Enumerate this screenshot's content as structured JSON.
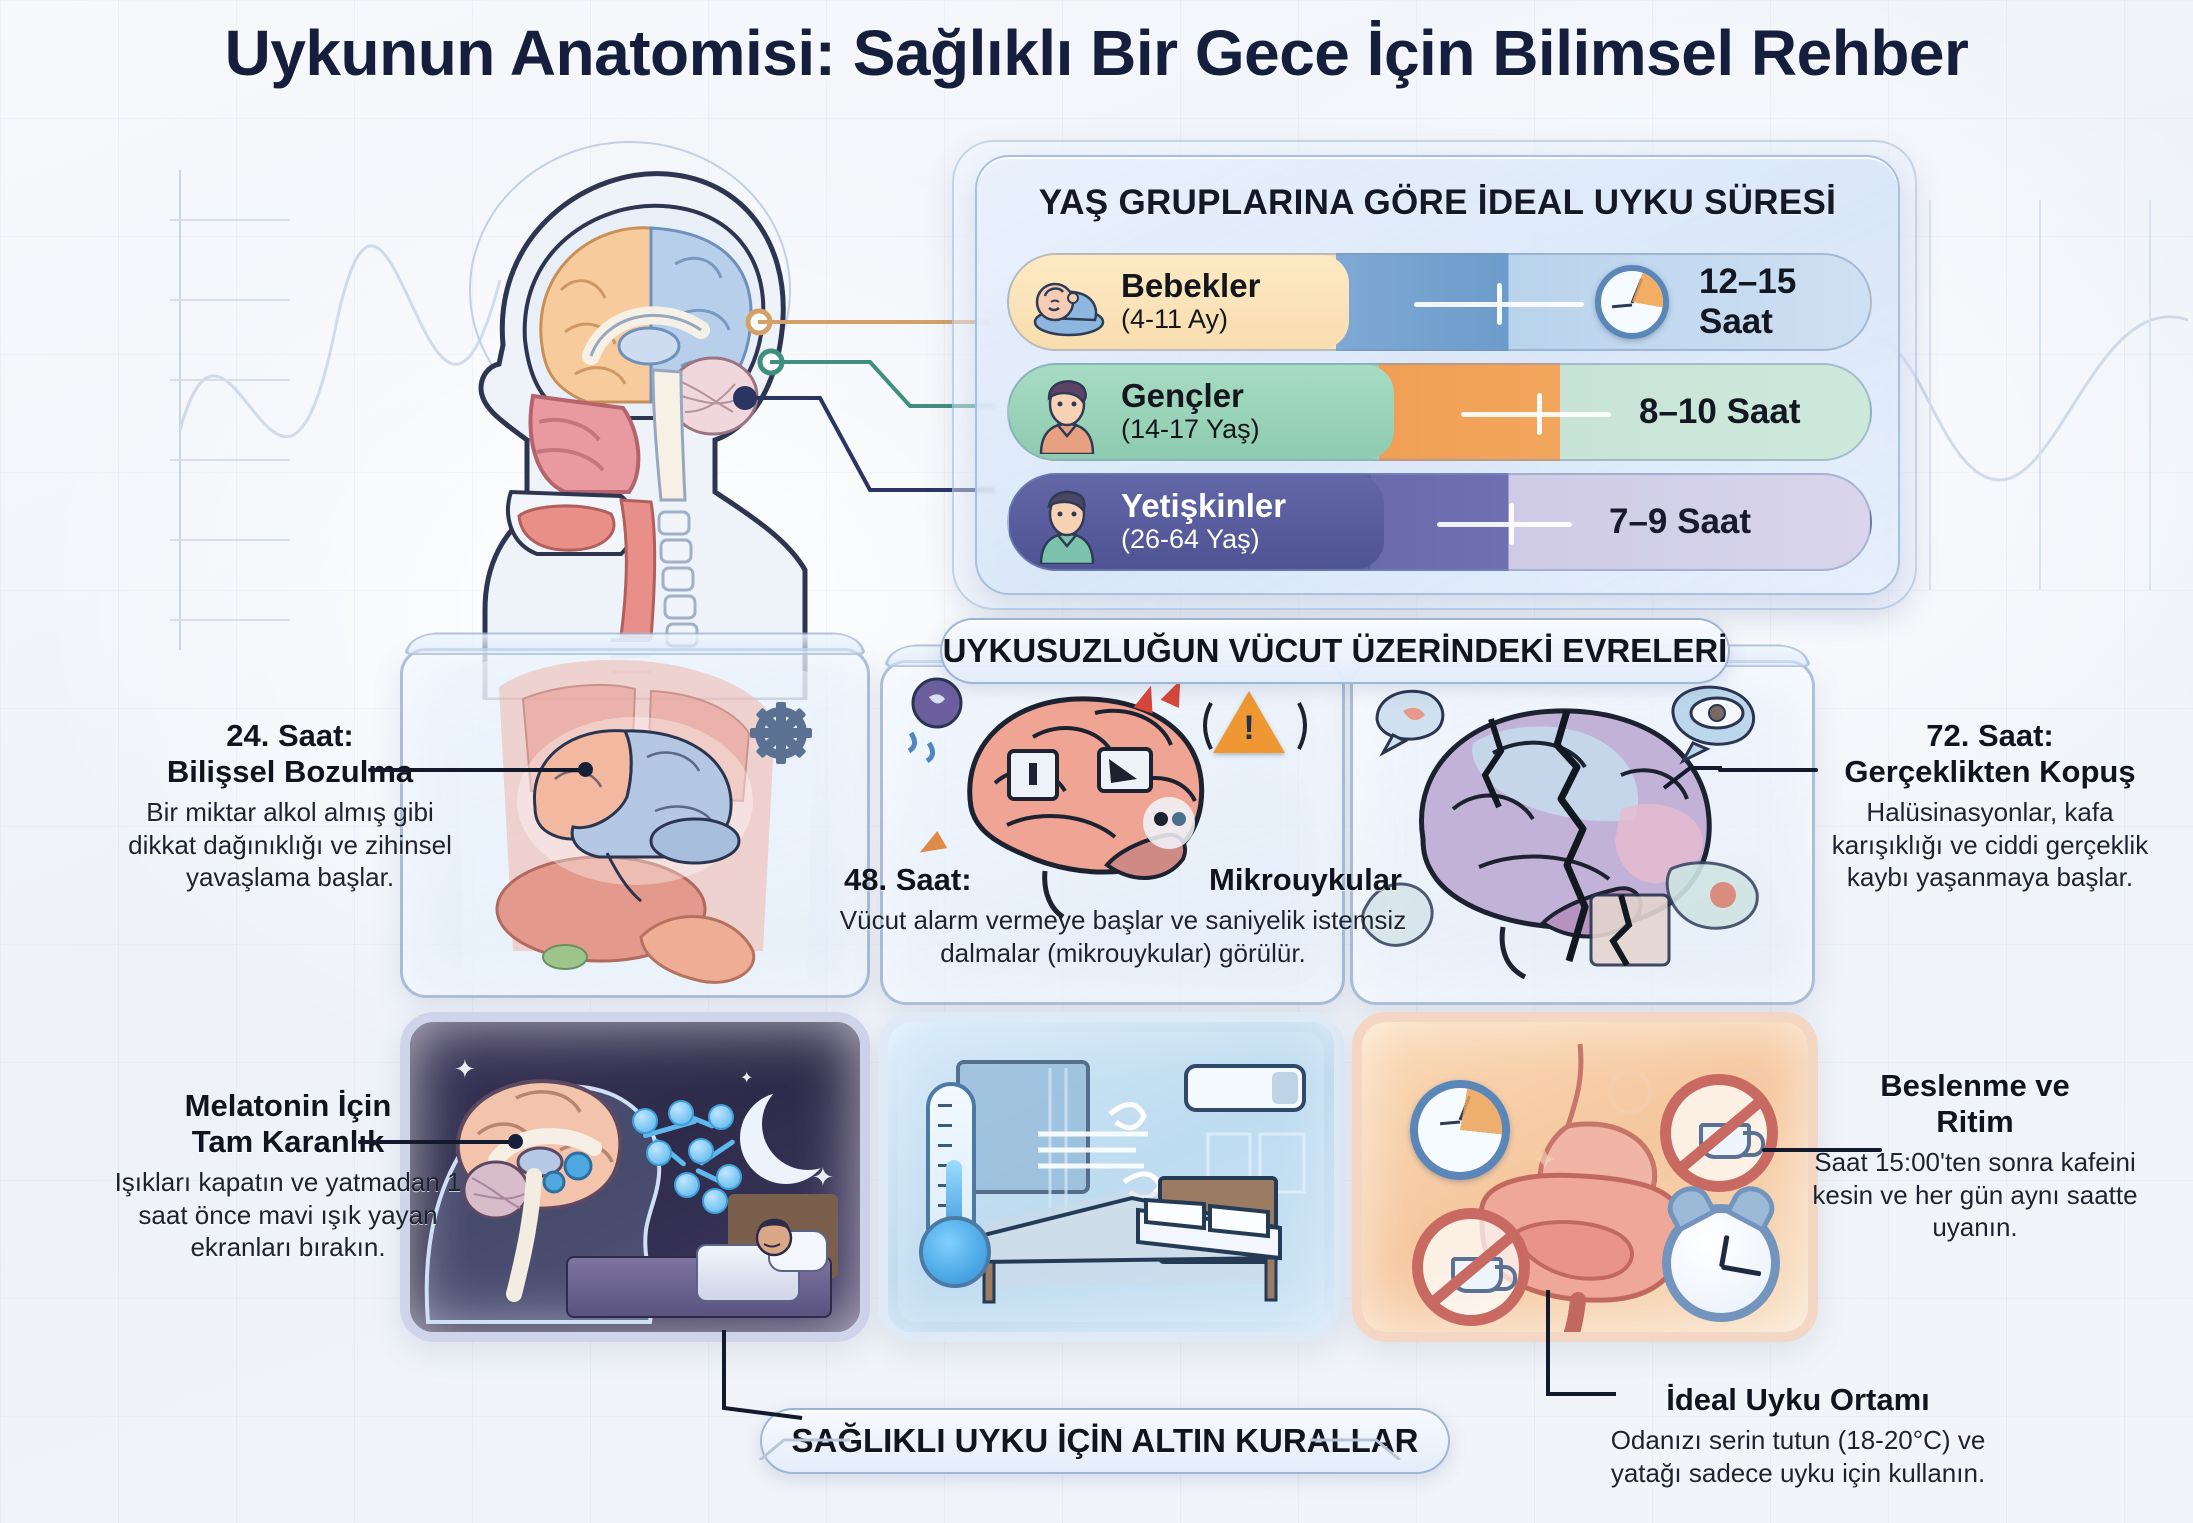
{
  "title": "Uykunun Anatomisi: Sağlıklı Bir Gece İçin Bilimsel Rehber",
  "age_panel": {
    "heading": "YAŞ GRUPLARINA GÖRE İDEAL UYKU SÜRESİ",
    "rows": [
      {
        "group": "Bebekler",
        "range": "(4-11 Ay)",
        "hours": "12–15 Saat",
        "icon": "sleeping-baby-icon",
        "accent": "#f8ddae",
        "bar": "#6c9ccb"
      },
      {
        "group": "Gençler",
        "range": "(14-17 Yaş)",
        "hours": "8–10 Saat",
        "icon": "teen-avatar-icon",
        "accent": "#8ecbb0",
        "bar": "#f2a65d"
      },
      {
        "group": "Yetişkinler",
        "range": "(26-64 Yaş)",
        "hours": "7–9 Saat",
        "icon": "adult-avatar-icon",
        "accent": "#4f5393",
        "bar": "#6e70b2"
      }
    ]
  },
  "phases_chip": "UYKUSUZLUĞUN VÜCUT ÜZERİNDEKİ EVRELERİ",
  "golden_chip": "SAĞLIKLI UYKU İÇİN ALTIN KURALLAR",
  "annotations": {
    "hour24": {
      "title_line1": "24. Saat:",
      "title_line2": "Bilişsel Bozulma",
      "body": "Bir miktar alkol almış gibi dikkat dağınıklığı ve zihinsel yavaşlama başlar."
    },
    "hour48": {
      "title_left": "48. Saat:",
      "title_right": "Mikrouykular",
      "body": "Vücut alarm vermeye başlar ve saniyelik istemsiz dalmalar (mikrouykular) görülür."
    },
    "hour72": {
      "title_line1": "72. Saat:",
      "title_line2": "Gerçeklikten Kopuş",
      "body": "Halüsinasyonlar, kafa karışıklığı ve ciddi gerçeklik kaybı yaşanmaya başlar."
    },
    "melatonin": {
      "title_line1": "Melatonin İçin",
      "title_line2": "Tam Karanlık",
      "body": "Işıkları kapatın ve yatmadan 1 saat önce mavi ışık yayan ekranları bırakın."
    },
    "nutrition": {
      "title_line1": "Beslenme ve",
      "title_line2": "Ritim",
      "body": "Saat 15:00'ten sonra kafeini kesin ve her gün aynı saatte uyanın."
    },
    "environment": {
      "title": "İdeal Uyku Ortamı",
      "body": "Odanızı serin tutun (18-20°C) ve yatağı sadece uyku için kullanın."
    }
  },
  "colors": {
    "ink": "#101520",
    "panel_blue": "#cfe0f3",
    "baby_peach": "#f8ddae",
    "teen_green": "#8ecbb0",
    "teen_orange": "#f2a65d",
    "adult_purple": "#4f5393",
    "dark_room": "#2e2b4a",
    "cool_room": "#aacfe9",
    "warm_room": "#f5c79e"
  }
}
